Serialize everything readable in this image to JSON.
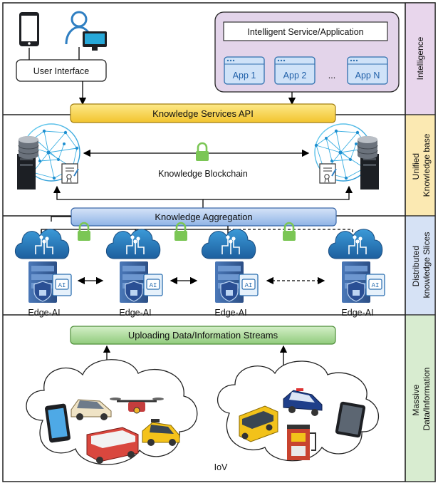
{
  "layers": {
    "intelligence": {
      "side_label": [
        "Intelligence"
      ],
      "user_interface": "User Interface",
      "service_title": "Intelligent Service/Application",
      "apps": [
        "App 1",
        "App 2",
        "App N"
      ],
      "ellipsis": "...",
      "api_label": "Knowledge Services API"
    },
    "knowledge_base": {
      "side_label": [
        "Unified",
        "Knowledge base"
      ],
      "blockchain_label": "Knowledge Blockchain"
    },
    "distributed": {
      "side_label": [
        "Distributed",
        "knowledge Slices"
      ],
      "aggregation_label": "Knowledge Aggregation",
      "edge_nodes": [
        "Edge-AI",
        "Edge-AI",
        "Edge-AI",
        "Edge-AI"
      ],
      "ai_badge": "AI"
    },
    "massive_data": {
      "side_label": [
        "Massive",
        "Data/Information"
      ],
      "upload_label": "Uploading Data/Information Streams",
      "iov_label": "IoV"
    }
  },
  "colors": {
    "intelligence_side": "#e8d6ec",
    "knowledge_side": "#fbe9b2",
    "distributed_side": "#d6e2f5",
    "massive_side": "#d8ecd0",
    "api_bar": "#f6d04e",
    "aggregation_bar": "#a9c4ec",
    "upload_bar": "#a9d79a",
    "service_box": "#e3d4ea",
    "app_box": "#cfe2f8",
    "lock": "#7bc655",
    "cloud": "#2f7fc2"
  },
  "icons": [
    "smartphone-icon",
    "user-computer-icon",
    "database-server-icon",
    "knowledge-network-icon",
    "certificate-icon",
    "lock-icon",
    "cloud-ai-icon",
    "server-icon",
    "shield-icon",
    "car-icon",
    "drone-icon",
    "bus-icon",
    "taxi-icon",
    "police-car-icon",
    "tablet-icon",
    "fuel-pump-icon"
  ]
}
